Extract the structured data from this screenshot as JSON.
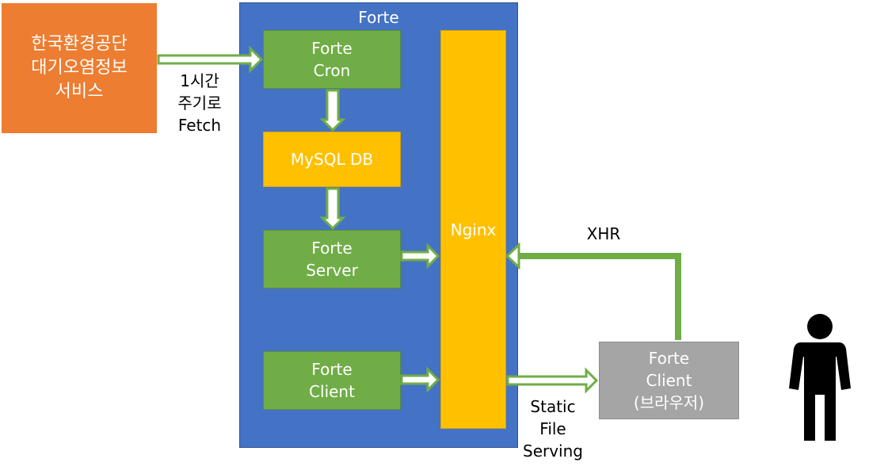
{
  "source": {
    "label": "한국환경공단\n대기오염정보\n서비스"
  },
  "frame": {
    "title": "Forte"
  },
  "boxes": {
    "cron": "Forte\nCron",
    "db": "MySQL DB",
    "server": "Forte\nServer",
    "client": "Forte\nClient",
    "nginx": "Nginx",
    "browser": "Forte\nClient\n(브라우저)"
  },
  "edge_labels": {
    "fetch": "1시간\n주기로\nFetch",
    "xhr": "XHR",
    "static": "Static\nFile\nServing"
  },
  "colors": {
    "source": "#ed7d31",
    "frame": "#4472c4",
    "component": "#70ad47",
    "nginx": "#ffc000",
    "browser": "#a5a5a5",
    "arrow": "#70ad47"
  },
  "icons": {
    "user": "person-icon"
  }
}
